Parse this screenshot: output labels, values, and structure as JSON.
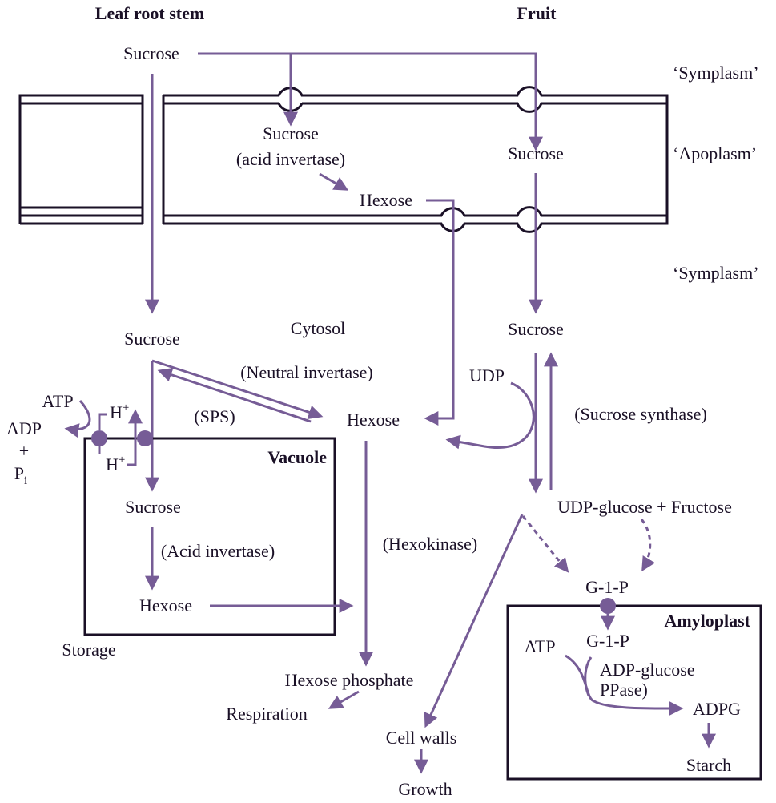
{
  "colors": {
    "flow": "#765c96",
    "text": "#1a1026",
    "wall": "#1a1026",
    "background": "#ffffff"
  },
  "headers": {
    "source": "Leaf root stem",
    "sink": "Fruit"
  },
  "regions": {
    "symplasm_top": "‘Symplasm’",
    "apoplasm": "‘Apoplasm’",
    "symplasm_bottom": "‘Symplasm’",
    "cytosol": "Cytosol",
    "vacuole": "Vacuole",
    "amyloplast": "Amyloplast",
    "storage": "Storage"
  },
  "nodes": {
    "sucrose_source": "Sucrose",
    "sucrose_apoplast_left": "Sucrose",
    "acid_invertase_apoplast": "(acid invertase)",
    "hexose_apoplast": "Hexose",
    "sucrose_apoplast_right": "Sucrose",
    "sucrose_cytosol_left": "Sucrose",
    "sucrose_cytosol_right": "Sucrose",
    "neutral_invertase": "(Neutral invertase)",
    "sps": "(SPS)",
    "hexose_cytosol": "Hexose",
    "udp": "UDP",
    "sucrose_synthase": "(Sucrose synthase)",
    "atp_pump": "ATP",
    "adp": "ADP",
    "plus": "+",
    "pi_base": "P",
    "pi_sub": "i",
    "h_out": "H",
    "h_in": "H",
    "h_sup": "+",
    "sucrose_vacuole": "Sucrose",
    "acid_invertase_vacuole": "(Acid invertase)",
    "hexose_vacuole": "Hexose",
    "hexokinase": "(Hexokinase)",
    "udp_glucose_fructose": "UDP-glucose + Fructose",
    "g1p_cytosol": "G-1-P",
    "g1p_amyloplast": "G-1-P",
    "atp_amyloplast": "ATP",
    "adp_glucose_ppase_1": "ADP-glucose",
    "adp_glucose_ppase_2": "PPase)",
    "adpg": "ADPG",
    "starch": "Starch",
    "hexose_phosphate": "Hexose phosphate",
    "respiration": "Respiration",
    "cell_walls": "Cell walls",
    "growth": "Growth"
  }
}
